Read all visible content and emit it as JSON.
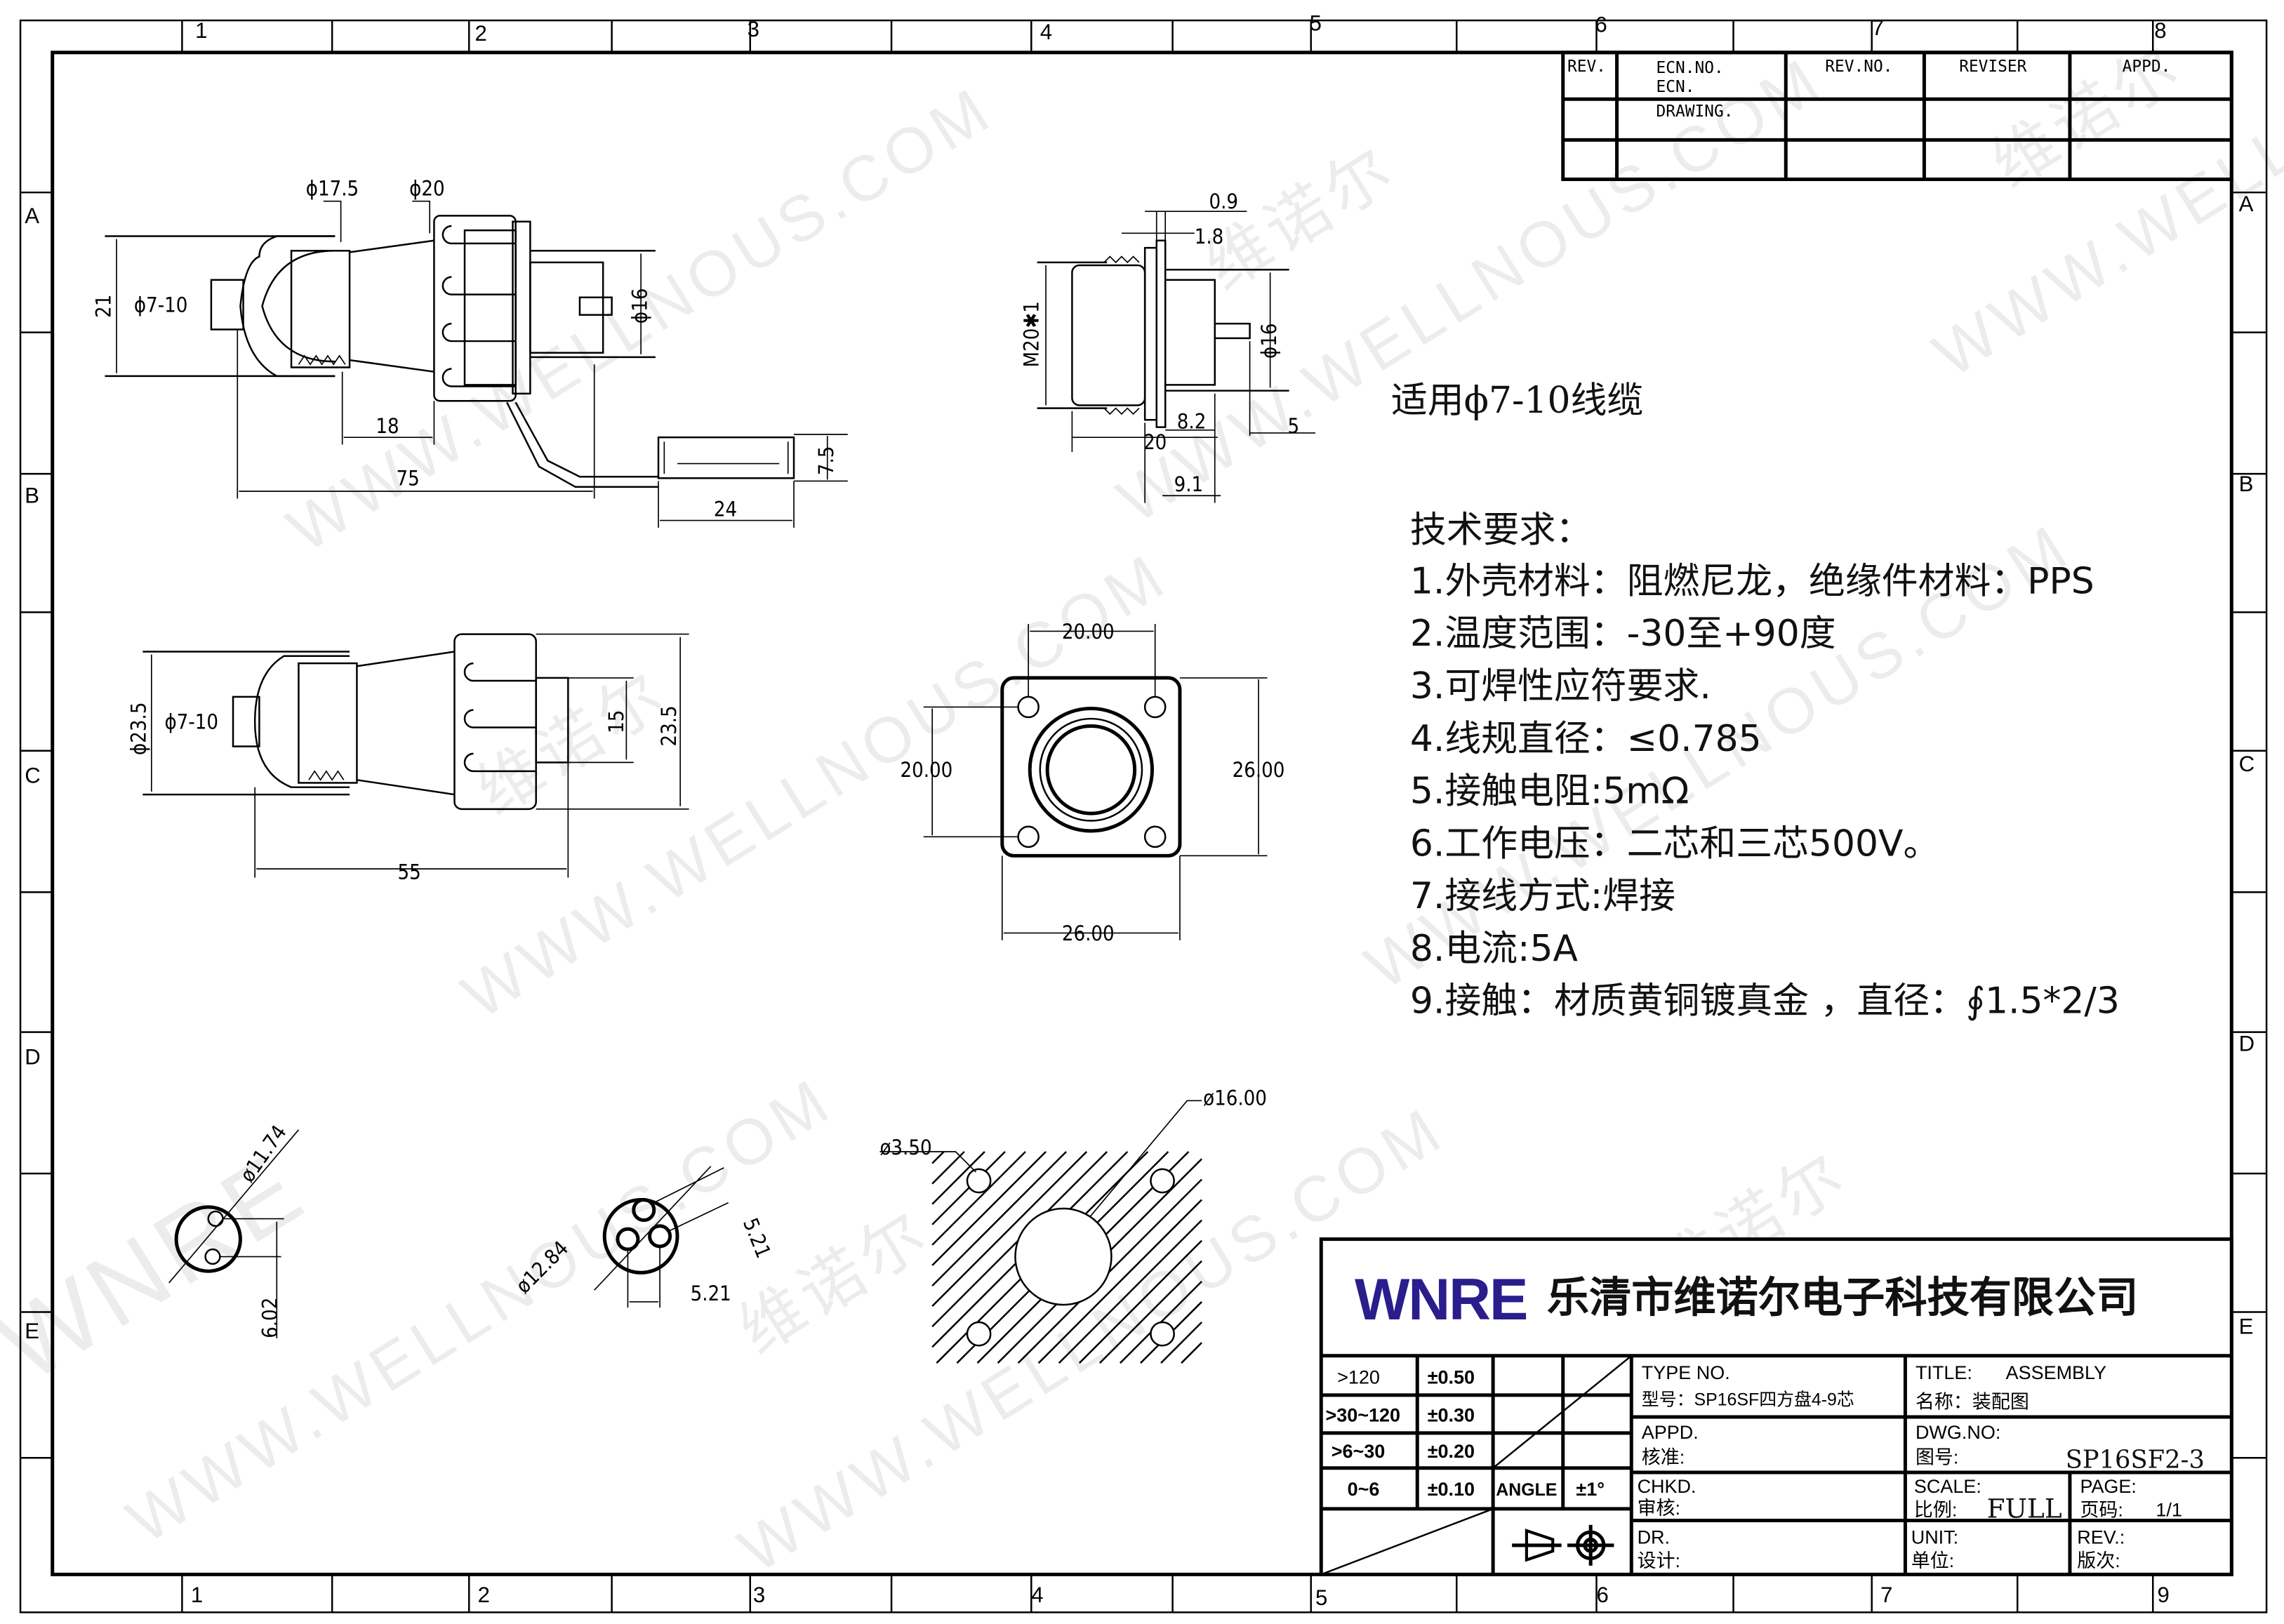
{
  "zones": {
    "top": [
      "1",
      "2",
      "3",
      "4",
      "5",
      "6",
      "7",
      "8"
    ],
    "bottom": [
      "1",
      "2",
      "3",
      "4",
      "5",
      "6",
      "7",
      "9"
    ],
    "rows": [
      "A",
      "B",
      "C",
      "D",
      "E"
    ]
  },
  "watermark": {
    "url": "WWW.WELLNOUS.COM",
    "cn": "维诺尔",
    "brand": "WNRE"
  },
  "revision_table": {
    "headers": [
      "REV.",
      "ECN.NO.",
      "REV.NO.",
      "REVISER",
      "APPD."
    ],
    "ecn_sub1": "ECN.",
    "ecn_sub2": "DRAWING."
  },
  "drawing1": {
    "d_17_5": "ϕ17.5",
    "d_20": "ϕ20",
    "h_21": "21",
    "cable": "ϕ7-10",
    "d_16": "ϕ16",
    "l_18": "18",
    "l_75": "75",
    "h_7_5": "7.5",
    "w_24": "24"
  },
  "drawing2": {
    "thread": "M20✱1",
    "t_0_9": "0.9",
    "t_1_8": "1.8",
    "d_16": "ϕ16",
    "l_8_2": "8.2",
    "l_20": "20",
    "l_5": "5",
    "l_9_1": "9.1"
  },
  "drawing3": {
    "d_23_5": "ϕ23.5",
    "cable": "ϕ7-10",
    "h_15": "15",
    "h_23_5": "23.5",
    "l_55": "55"
  },
  "drawing4": {
    "top": "20.00",
    "left": "20.00",
    "right": "26.00",
    "bottom": "26.00"
  },
  "drawing5": {
    "dia": "ø11.74",
    "h": "6.02"
  },
  "drawing6": {
    "dia": "ø12.84",
    "w": "5.21",
    "diag": "5.21"
  },
  "drawing7": {
    "hole": "ø3.50",
    "center": "ø16.00"
  },
  "notes": {
    "cable": "适用ϕ7-10线缆",
    "title": "技术要求：",
    "items": [
      "1.外壳材料：阻燃尼龙，绝缘件材料：PPS",
      "2.温度范围：-30至+90度",
      "3.可焊性应符要求.",
      "4.线规直径：≤0.785",
      "5.接触电阻:5mΩ",
      "6.工作电压：二芯和三芯500V。",
      "7.接线方式:焊接",
      "8.电流:5A",
      "9.接触：材质黄铜镀真金 ，直径：∮1.5*2/3"
    ]
  },
  "title_block": {
    "logo": "WNRE",
    "company": "乐清市维诺尔电子科技有限公司",
    "tolerances": [
      {
        "range": ">120",
        "tol": "±0.50"
      },
      {
        "range": ">30~120",
        "tol": "±0.30"
      },
      {
        "range": ">6~30",
        "tol": "±0.20"
      },
      {
        "range": "0~6",
        "tol": "±0.10"
      }
    ],
    "angle_label": "ANGLE",
    "angle_tol": "±1°",
    "type_label": "TYPE NO.",
    "type_value": "型号：SP16SF四方盘4-9芯",
    "title_label": "TITLE:",
    "title_value": "ASSEMBLY",
    "name_value": "名称：装配图",
    "appd_label": "APPD.",
    "appd_cn": "核准:",
    "dwg_label": "DWG.NO:",
    "dwg_cn": "图号:",
    "dwg_value": "SP16SF2-3",
    "chkd_label": "CHKD.",
    "chkd_cn": "审核:",
    "scale_label": "SCALE:",
    "scale_cn": "比例:",
    "scale_value": "FULL",
    "page_label": "PAGE:",
    "page_cn": "页码:",
    "page_value": "1/1",
    "dr_label": "DR.",
    "dr_cn": "设计:",
    "unit_label": "UNIT:",
    "unit_cn": "单位:",
    "rev_label": "REV.:",
    "rev_cn": "版次:"
  },
  "colors": {
    "logo_blue": "#2a1d8c",
    "logo_red": "#d0202a"
  }
}
